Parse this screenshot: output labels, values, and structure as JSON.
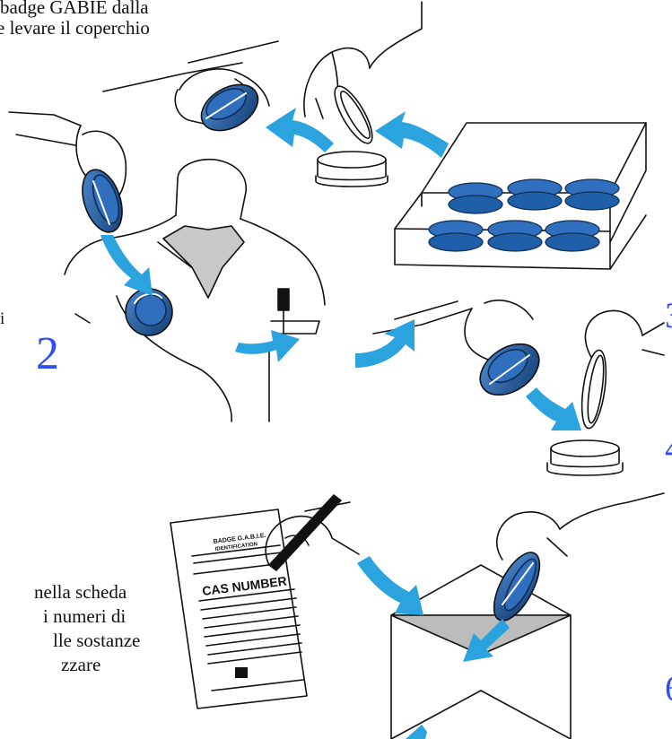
{
  "instructions": {
    "step1_lines": [
      "badge GABIE dalla",
      "e levare il coperchio"
    ],
    "step2_fragment": "i",
    "step3_lines": [
      "nella scheda",
      "i numeri di",
      "lle sostanze",
      "zzare"
    ]
  },
  "step_numbers": {
    "two": "2",
    "three_fragment": "3",
    "four_fragment": "4",
    "six_fragment": "6"
  },
  "form_sheet": {
    "header_line1": "BADGE G.A.B.I.E.",
    "header_line2": "IDENTIFICATION",
    "title": "CAS NUMBER"
  },
  "colors": {
    "arrow_blue": "#2aa3de",
    "badge_blue": "#1f5fa8",
    "badge_dark": "#143e73",
    "step_number_blue": "#2f4ff0",
    "ink": "#111111",
    "shirt_grey": "#c8c8c8"
  }
}
